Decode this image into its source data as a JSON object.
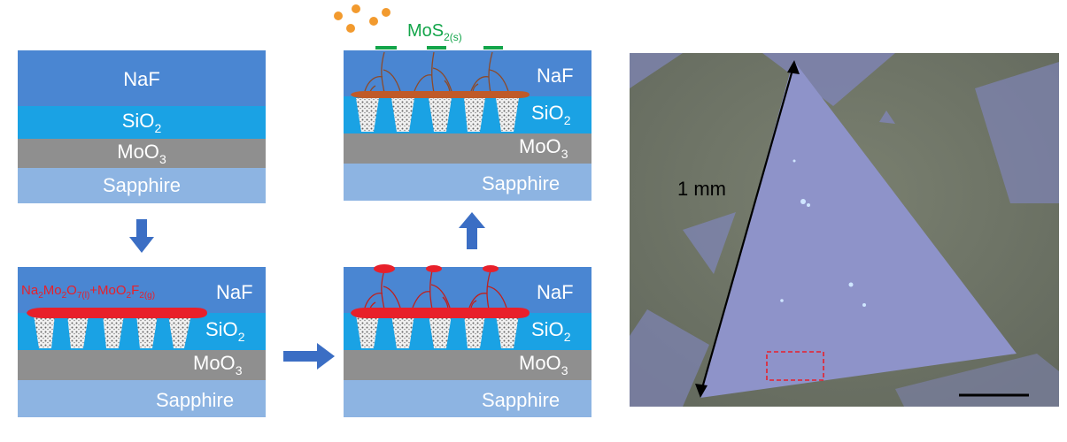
{
  "panels": {
    "a": {
      "naf": "NaF",
      "sio2": "SiO",
      "sio2_sub": "2",
      "moo3": "MoO",
      "moo3_sub": "3",
      "sapphire": "Sapphire"
    },
    "b": {
      "naf": "NaF",
      "sio2": "SiO",
      "sio2_sub": "2",
      "moo3": "MoO",
      "moo3_sub": "3",
      "sapphire": "Sapphire",
      "reaction_parts": [
        "Na",
        "2",
        "Mo",
        "2",
        "O",
        "7(l)",
        "+MoO",
        "2",
        "F",
        "2(g)"
      ]
    },
    "c": {
      "naf": "NaF",
      "sio2": "SiO",
      "sio2_sub": "2",
      "moo3": "MoO",
      "moo3_sub": "3",
      "sapphire": "Sapphire"
    },
    "d": {
      "naf": "NaF",
      "sio2": "SiO",
      "sio2_sub": "2",
      "moo3": "MoO",
      "moo3_sub": "3",
      "sapphire": "Sapphire",
      "product": "MoS",
      "product_sub": "2(s)"
    }
  },
  "micrograph": {
    "dimension_label": "1 mm"
  },
  "colors": {
    "naf": "#4a86d2",
    "sio2": "#1aa2e4",
    "moo3": "#8f8f8f",
    "sapphire": "#8db4e2",
    "liquid": "#e8202a",
    "mos2": "#13a54a",
    "growth": "#c05a28",
    "particles": "#f29a2e",
    "arrow": "#3b6ec4",
    "flake": "#8e93c9",
    "substrate": "#6e7466"
  }
}
